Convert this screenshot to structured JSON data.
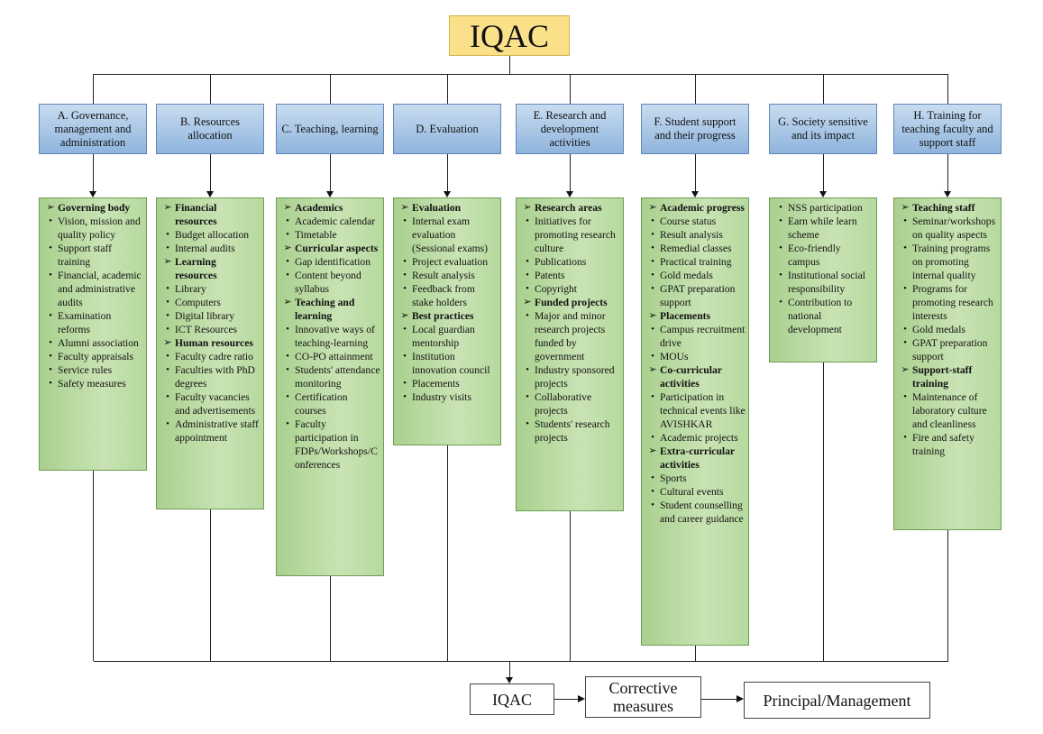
{
  "title": "IQAC",
  "criteria": [
    {
      "header": "A. Governance, management and administration",
      "items": [
        {
          "t": "Governing body",
          "h": true
        },
        {
          "t": "Vision, mission and quality policy"
        },
        {
          "t": "Support staff training"
        },
        {
          "t": "Financial, academic and administrative audits"
        },
        {
          "t": "Examination reforms"
        },
        {
          "t": "Alumni association"
        },
        {
          "t": "Faculty appraisals"
        },
        {
          "t": "Service rules"
        },
        {
          "t": "Safety measures"
        }
      ]
    },
    {
      "header": "B. Resources allocation",
      "items": [
        {
          "t": "Financial resources",
          "h": true
        },
        {
          "t": "Budget allocation"
        },
        {
          "t": "Internal audits"
        },
        {
          "t": "Learning resources",
          "h": true
        },
        {
          "t": "Library"
        },
        {
          "t": "Computers"
        },
        {
          "t": "Digital library"
        },
        {
          "t": "ICT Resources"
        },
        {
          "t": "Human resources",
          "h": true
        },
        {
          "t": "Faculty cadre ratio"
        },
        {
          "t": "Faculties with PhD degrees"
        },
        {
          "t": "Faculty vacancies and advertisements"
        },
        {
          "t": "Administrative staff appointment"
        }
      ]
    },
    {
      "header": "C. Teaching, learning",
      "items": [
        {
          "t": "Academics",
          "h": true
        },
        {
          "t": "Academic calendar"
        },
        {
          "t": "Timetable"
        },
        {
          "t": "Curricular aspects",
          "h": true
        },
        {
          "t": "Gap identification"
        },
        {
          "t": "Content beyond syllabus"
        },
        {
          "t": "Teaching and learning",
          "h": true
        },
        {
          "t": "Innovative ways of teaching-learning"
        },
        {
          "t": "CO-PO attainment"
        },
        {
          "t": "Students' attendance monitoring"
        },
        {
          "t": "Certification courses"
        },
        {
          "t": "Faculty participation in FDPs/Workshops/Conferences"
        }
      ]
    },
    {
      "header": "D. Evaluation",
      "items": [
        {
          "t": "Evaluation",
          "h": true
        },
        {
          "t": "Internal exam evaluation (Sessional exams)"
        },
        {
          "t": "Project evaluation"
        },
        {
          "t": "Result analysis"
        },
        {
          "t": "Feedback from stake holders"
        },
        {
          "t": "Best practices",
          "h": true
        },
        {
          "t": "Local guardian mentorship"
        },
        {
          "t": "Institution innovation council"
        },
        {
          "t": "Placements"
        },
        {
          "t": "Industry visits"
        }
      ]
    },
    {
      "header": "E. Research and development activities",
      "items": [
        {
          "t": "Research areas",
          "h": true
        },
        {
          "t": "Initiatives for promoting research culture"
        },
        {
          "t": "Publications"
        },
        {
          "t": "Patents"
        },
        {
          "t": "Copyright"
        },
        {
          "t": "Funded projects",
          "h": true
        },
        {
          "t": "Major and minor research projects funded by government"
        },
        {
          "t": "Industry sponsored projects"
        },
        {
          "t": "Collaborative projects"
        },
        {
          "t": "Students' research projects"
        }
      ]
    },
    {
      "header": "F. Student support and their progress",
      "items": [
        {
          "t": "Academic progress",
          "h": true
        },
        {
          "t": "Course status"
        },
        {
          "t": "Result analysis"
        },
        {
          "t": "Remedial classes"
        },
        {
          "t": "Practical training"
        },
        {
          "t": "Gold medals"
        },
        {
          "t": "GPAT preparation support"
        },
        {
          "t": "Placements",
          "h": true
        },
        {
          "t": "Campus recruitment drive"
        },
        {
          "t": "MOUs"
        },
        {
          "t": "Co-curricular activities",
          "h": true
        },
        {
          "t": "Participation in technical events like AVISHKAR"
        },
        {
          "t": "Academic projects"
        },
        {
          "t": "Extra-curricular activities",
          "h": true
        },
        {
          "t": "Sports"
        },
        {
          "t": "Cultural events"
        },
        {
          "t": "Student counselling and career guidance"
        }
      ]
    },
    {
      "header": "G. Society sensitive and its impact",
      "items": [
        {
          "t": "NSS participation"
        },
        {
          "t": "Earn while learn scheme"
        },
        {
          "t": "Eco-friendly campus"
        },
        {
          "t": "Institutional social responsibility"
        },
        {
          "t": "Contribution to national development"
        }
      ]
    },
    {
      "header": "H. Training for teaching faculty and support staff",
      "items": [
        {
          "t": "Teaching staff",
          "h": true
        },
        {
          "t": "Seminar/workshops on quality aspects"
        },
        {
          "t": "Training programs on promoting internal quality"
        },
        {
          "t": "Programs for promoting research interests"
        },
        {
          "t": "Gold medals"
        },
        {
          "t": "GPAT preparation support"
        },
        {
          "t": "Support-staff training",
          "h": true
        },
        {
          "t": "Maintenance of laboratory culture and cleanliness"
        },
        {
          "t": "Fire and safety training"
        }
      ]
    }
  ],
  "feedback": {
    "iqac": "IQAC",
    "corrective": "Corrective measures",
    "principal": "Principal/Management"
  },
  "colors": {
    "header_blue": "#9dbfe3",
    "box_green": "#b6d99e",
    "title_yellow": "#fbe08a"
  }
}
